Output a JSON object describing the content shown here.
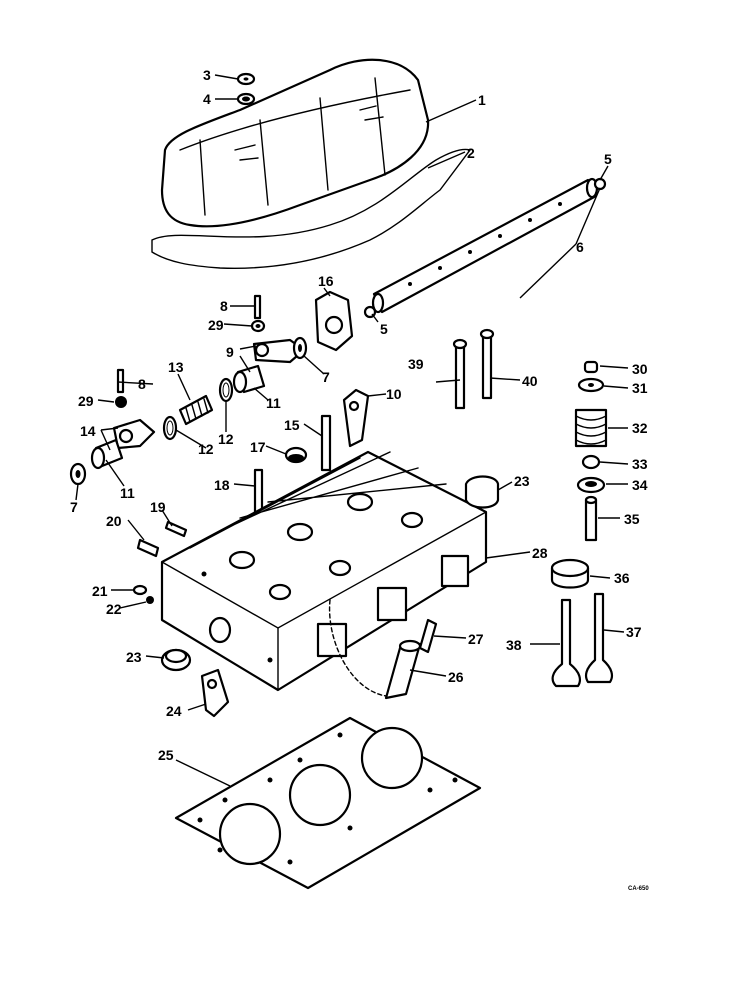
{
  "callouts": {
    "c1": "1",
    "c2": "2",
    "c3": "3",
    "c4": "4",
    "c5a": "5",
    "c5b": "5",
    "c6": "6",
    "c7a": "7",
    "c7b": "7",
    "c8a": "8",
    "c8b": "8",
    "c9": "9",
    "c10": "10",
    "c11a": "11",
    "c11b": "11",
    "c12a": "12",
    "c12b": "12",
    "c13": "13",
    "c14": "14",
    "c15": "15",
    "c16": "16",
    "c17": "17",
    "c18": "18",
    "c19": "19",
    "c20": "20",
    "c21": "21",
    "c22": "22",
    "c23a": "23",
    "c23b": "23",
    "c24": "24",
    "c25": "25",
    "c26": "26",
    "c27": "27",
    "c28": "28",
    "c29a": "29",
    "c29b": "29",
    "c30": "30",
    "c31": "31",
    "c32": "32",
    "c33": "33",
    "c34": "34",
    "c35": "35",
    "c36": "36",
    "c37": "37",
    "c38": "38",
    "c39": "39",
    "c40": "40"
  },
  "drawing_code": "CA-650"
}
